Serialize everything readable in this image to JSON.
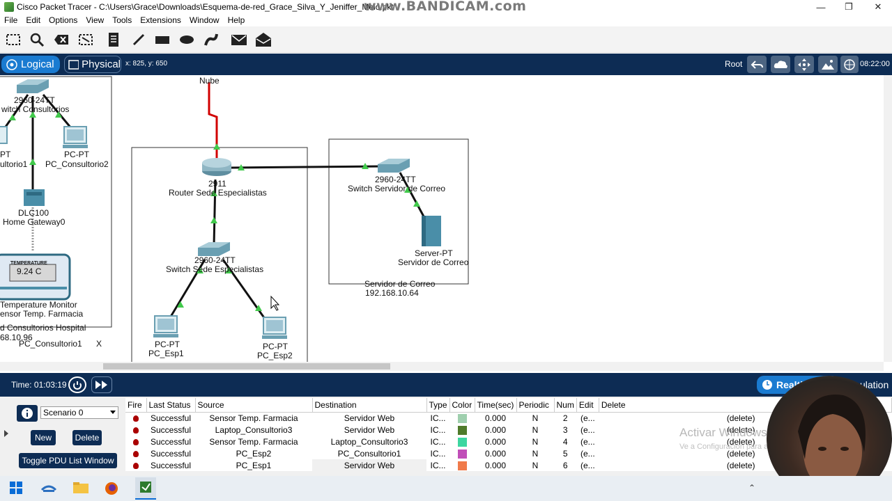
{
  "window": {
    "title": "Cisco Packet Tracer - C:\\Users\\Grace\\Downloads\\Esquema-de-red_Grace_Silva_Y_Jeniffer_Melo.pkt",
    "watermark": "www.BANDICAM.com",
    "controls": [
      "—",
      "❐",
      "✕"
    ]
  },
  "menu": [
    "File",
    "Edit",
    "Options",
    "View",
    "Tools",
    "Extensions",
    "Window",
    "Help"
  ],
  "logicbar": {
    "logical_tab": "Logical",
    "physical_tab": "Physical",
    "coords": "x: 825, y: 650",
    "root": "Root",
    "clock": "08:22:00"
  },
  "workspace": {
    "devices": {
      "nube": "Nube",
      "switch_consultorios_model": "2960-24TT",
      "switch_consultorios_name": "witch Consultorios",
      "pc_c1_model": "PT",
      "pc_c1_name": "ultorio1",
      "pc_c2_model": "PC-PT",
      "pc_c2_name": "PC_Consultorio2",
      "gateway_model": "DLC100",
      "gateway_name": "Home Gateway0",
      "temp_header": "TEMPERATURE",
      "temp_value": "9.24 C",
      "temp_model": "Temperature Monitor",
      "temp_name": "ensor Temp. Farmacia",
      "cluster_label1": "d Consultorios Hospital",
      "cluster_label2": "68.10.96",
      "pc_consultorio1_tag": "PC_Consultorio1",
      "close_x": "X",
      "router_model": "2911",
      "router_name": "Router Sede Especialistas",
      "switch_esp_model": "2960-24TT",
      "switch_esp_name": "Switch Sede Especialistas",
      "pc_esp1_model": "PC-PT",
      "pc_esp1_name": "PC_Esp1",
      "pc_esp2_model": "PC-PT",
      "pc_esp2_name": "PC_Esp2",
      "switch_correo_model": "2960-24TT",
      "switch_correo_name": "Switch Servidor de Correo",
      "server_model": "Server-PT",
      "server_name": "Servidor de Correo",
      "correo_cluster_name": "Servidor de Correo",
      "correo_cluster_ip": "192.168.10.64"
    }
  },
  "simbar": {
    "time": "Time: 01:03:19",
    "realtime": "Realti",
    "simulation": "ulation"
  },
  "scenario": {
    "selected": "Scenario 0",
    "new_label": "New",
    "delete_label": "Delete",
    "toggle_label": "Toggle PDU List Window"
  },
  "pdu_table": {
    "headers": [
      "Fire",
      "Last Status",
      "Source",
      "Destination",
      "Type",
      "Color",
      "Time(sec)",
      "Periodic",
      "Num",
      "Edit",
      "Delete"
    ],
    "rows": [
      {
        "status": "Successful",
        "source": "Sensor Temp. Farmacia",
        "destination": "Servidor Web",
        "type": "IC...",
        "color": "#9fcfae",
        "time": "0.000",
        "periodic": "N",
        "num": "2",
        "edit": "(e...",
        "delete": "(delete)"
      },
      {
        "status": "Successful",
        "source": "Laptop_Consultorio3",
        "destination": "Servidor Web",
        "type": "IC...",
        "color": "#4f7a2a",
        "time": "0.000",
        "periodic": "N",
        "num": "3",
        "edit": "(e...",
        "delete": "(delete)"
      },
      {
        "status": "Successful",
        "source": "Sensor Temp. Farmacia",
        "destination": "Laptop_Consultorio3",
        "type": "IC...",
        "color": "#3dd6a0",
        "time": "0.000",
        "periodic": "N",
        "num": "4",
        "edit": "(e...",
        "delete": "(delete)"
      },
      {
        "status": "Successful",
        "source": "PC_Esp2",
        "destination": "PC_Consultorio1",
        "type": "IC...",
        "color": "#c04fb8",
        "time": "0.000",
        "periodic": "N",
        "num": "5",
        "edit": "(e...",
        "delete": "(delete)"
      },
      {
        "status": "Successful",
        "source": "PC_Esp1",
        "destination": "Servidor Web",
        "type": "IC...",
        "color": "#f07a4a",
        "time": "0.000",
        "periodic": "N",
        "num": "6",
        "edit": "(e...",
        "delete": "(delete)"
      }
    ]
  },
  "windows_watermark": {
    "line1": "Activar Windows",
    "line2": "Ve a Configuración para activar Windows."
  }
}
